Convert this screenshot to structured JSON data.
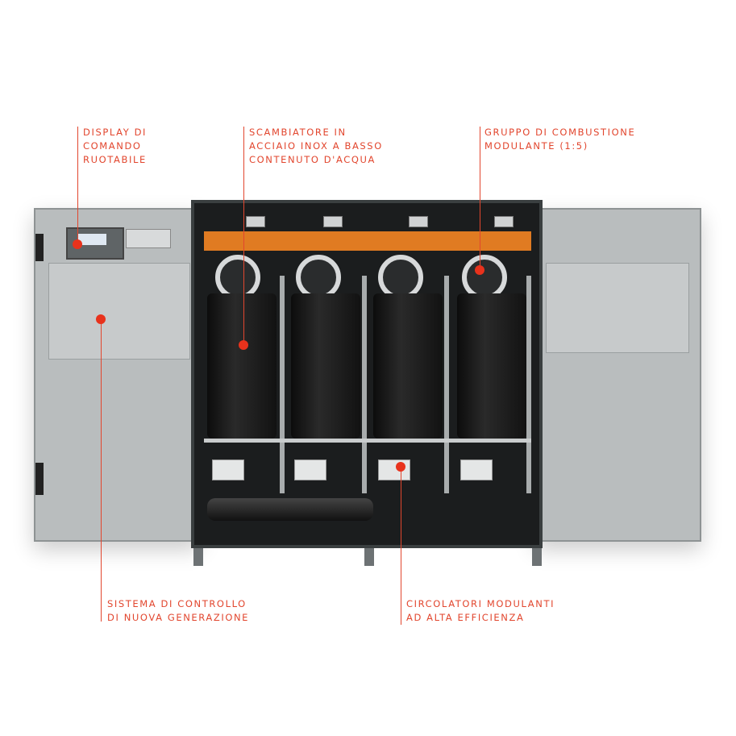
{
  "callouts": {
    "display": "DISPLAY DI\nCOMANDO\nRUOTABILE",
    "exchanger": "SCAMBIATORE IN\nACCIAIO INOX A BASSO\nCONTENUTO D'ACQUA",
    "combustion": "GRUPPO DI COMBUSTIONE\nMODULANTE (1:5)",
    "control": "SISTEMA DI CONTROLLO\nDI NUOVA GENERAZIONE",
    "pumps": "CIRCOLATORI MODULANTI\nAD ALTA EFFICIENZA"
  },
  "colors": {
    "accent": "#e2462e",
    "header_pipe": "#e07b22"
  }
}
